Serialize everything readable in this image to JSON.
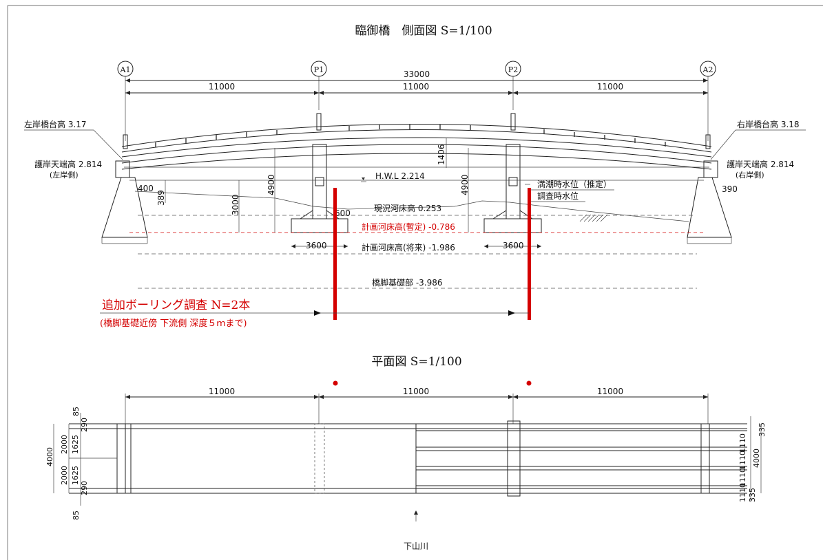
{
  "side_view": {
    "title": "臨御橋　側面図 S=1/100",
    "supports": [
      "A1",
      "P1",
      "P2",
      "A2"
    ],
    "total_span": "33000",
    "spans": [
      "11000",
      "11000",
      "11000"
    ],
    "left_abutment_label": "左岸橋台高 3.17",
    "right_abutment_label": "右岸橋台高 3.18",
    "left_revetment_label": "護岸天端高 2.814",
    "left_revetment_side": "(左岸側)",
    "right_revetment_label": "護岸天端高 2.814",
    "right_revetment_side": "(右岸側)",
    "hwl": "H.W.L 2.214",
    "high_tide": "満潮時水位（推定）",
    "survey_water": "調査時水位",
    "riverbed_current": "現況河床高 0.253",
    "riverbed_plan_temp": "計画河床高(暫定) -0.786",
    "riverbed_plan_future": "計画河床高(将来) -1.986",
    "pier_foundation": "橋脚基礎部 -3.986",
    "dim_400": "400",
    "dim_389": "389",
    "dim_3000": "3000",
    "dim_4900_left": "4900",
    "dim_4900_right": "4900",
    "dim_1406": "1406",
    "dim_600": "600",
    "dim_3600_left": "3600",
    "dim_3600_right": "3600",
    "dim_390": "390",
    "boring_title": "追加ボーリング調査 N=2本",
    "boring_note": "(橋脚基礎近傍 下流側 深度５ｍまで)"
  },
  "plan_view": {
    "title": "平面図 S=1/100",
    "spans": [
      "11000",
      "11000",
      "11000"
    ],
    "left_dims": [
      "85",
      "290",
      "2000",
      "1625",
      "4000",
      "2000",
      "1625",
      "290",
      "85"
    ],
    "right_dims": [
      "335",
      "1110",
      "1110",
      "1110",
      "4000",
      "1110",
      "335"
    ],
    "river_name": "下山川"
  },
  "colors": {
    "boring_red": "#d40000",
    "line": "#222222",
    "dash": "#555555"
  }
}
